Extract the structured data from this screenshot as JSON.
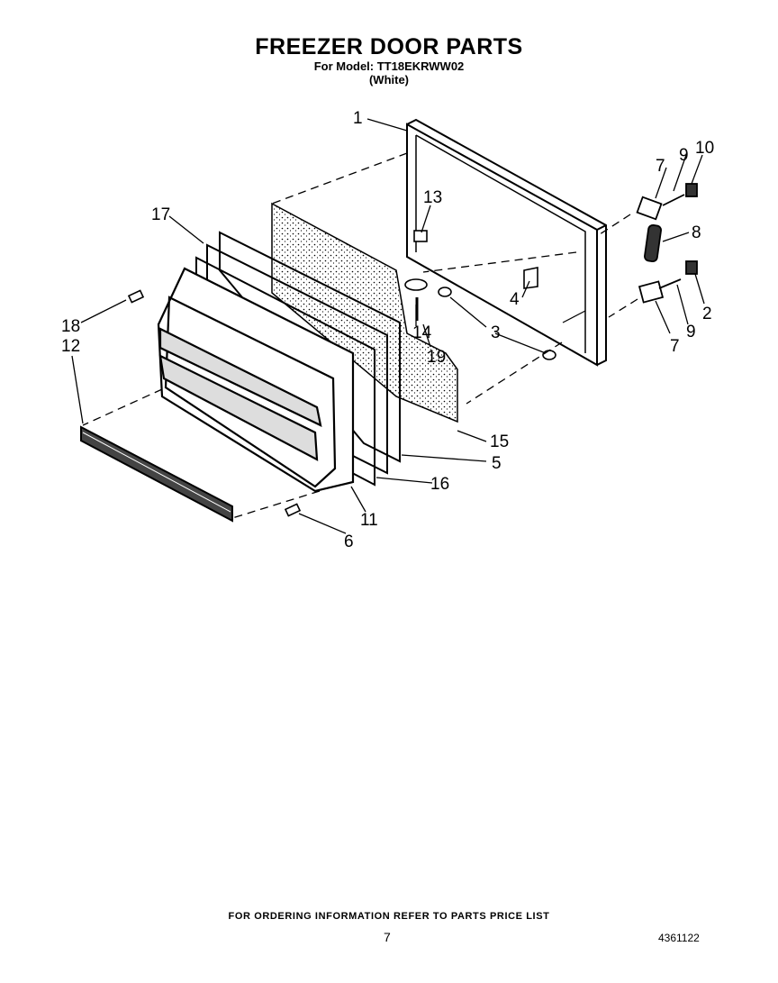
{
  "header": {
    "title": "FREEZER DOOR PARTS",
    "model_line": "For Model: TT18EKRWW02",
    "color_line": "(White)"
  },
  "callouts": [
    "1",
    "2",
    "3",
    "4",
    "5",
    "6",
    "7",
    "7",
    "8",
    "9",
    "9",
    "10",
    "11",
    "12",
    "13",
    "14",
    "15",
    "16",
    "17",
    "18",
    "19"
  ],
  "footer": {
    "ordering_note": "FOR ORDERING INFORMATION REFER TO PARTS PRICE LIST",
    "page_number": "7",
    "document_number": "4361122"
  }
}
